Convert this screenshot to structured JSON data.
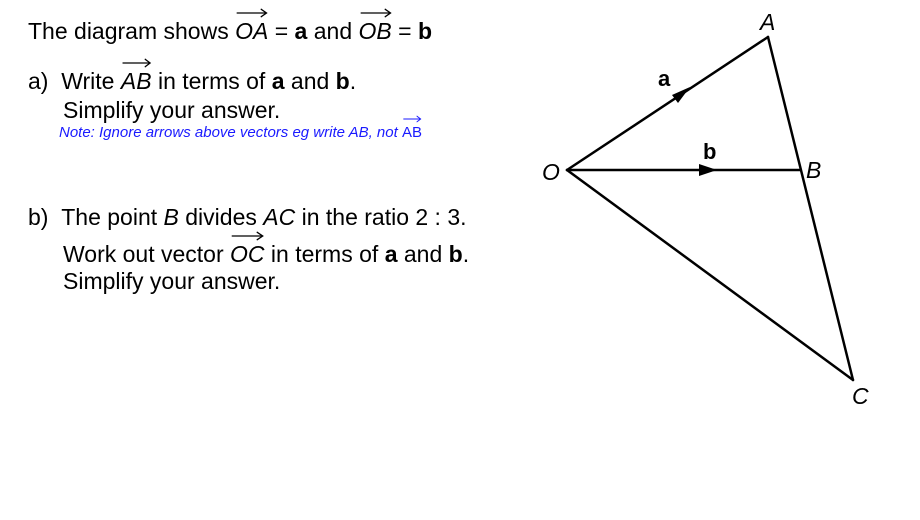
{
  "intro": {
    "prefix": "The diagram shows ",
    "v1": "OA",
    "eq1": " = ",
    "a": "a",
    "and": " and ",
    "v2": "OB",
    "eq2": " = ",
    "b": "b"
  },
  "part_a": {
    "label": "a)",
    "write": "Write ",
    "vec": "AB",
    "in_terms": " in terms of ",
    "a": "a",
    "and": " and ",
    "b": "b",
    "dot": ".",
    "simplify": "Simplify your answer.",
    "note_text": "Note: Ignore arrows above vectors eg write AB, not ",
    "note_vec": "AB"
  },
  "part_b": {
    "label": "b)",
    "l1_pre": "The point ",
    "B": "B",
    "l1_mid": " divides ",
    "AC": "AC",
    "l1_post": " in the ratio 2 : 3.",
    "l2_pre": "Work out vector ",
    "vec": "OC",
    "l2_mid": " in terms of ",
    "a": "a",
    "and": " and ",
    "b": "b",
    "dot": ".",
    "simplify": "Simplify your answer."
  },
  "diagram": {
    "points": {
      "O": "O",
      "A": "A",
      "B": "B",
      "C": "C"
    },
    "vector_labels": {
      "a": "a",
      "b": "b"
    },
    "stroke_color": "#000000"
  }
}
